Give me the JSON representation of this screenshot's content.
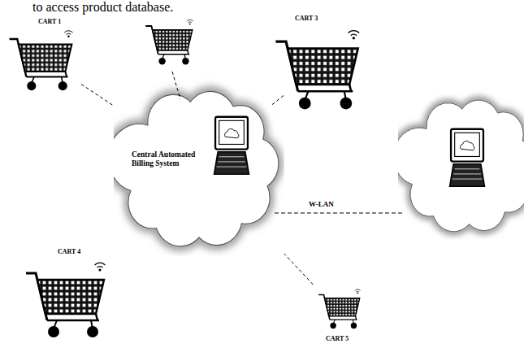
{
  "diagram": {
    "nodes": [
      {
        "text": [
          "Central Automated Billing System"
        ]
      },
      {
        "text": [
          "CART 1"
        ]
      },
      {
        "text": [
          "CART 3"
        ]
      },
      {
        "text": [
          "CART 4"
        ]
      },
      {
        "text": [
          "CART 5"
        ]
      }
    ],
    "edges": [
      {
        "from": 1,
        "to": 0,
        "arrow": "none"
      },
      {
        "from": 2,
        "to": 0,
        "arrow": "none"
      },
      {
        "from": 3,
        "to": 0,
        "arrow": "none"
      },
      {
        "from": 4,
        "to": 0,
        "arrow": "none"
      }
    ],
    "labels": [
      "to access product database.",
      "W-LAN"
    ]
  }
}
